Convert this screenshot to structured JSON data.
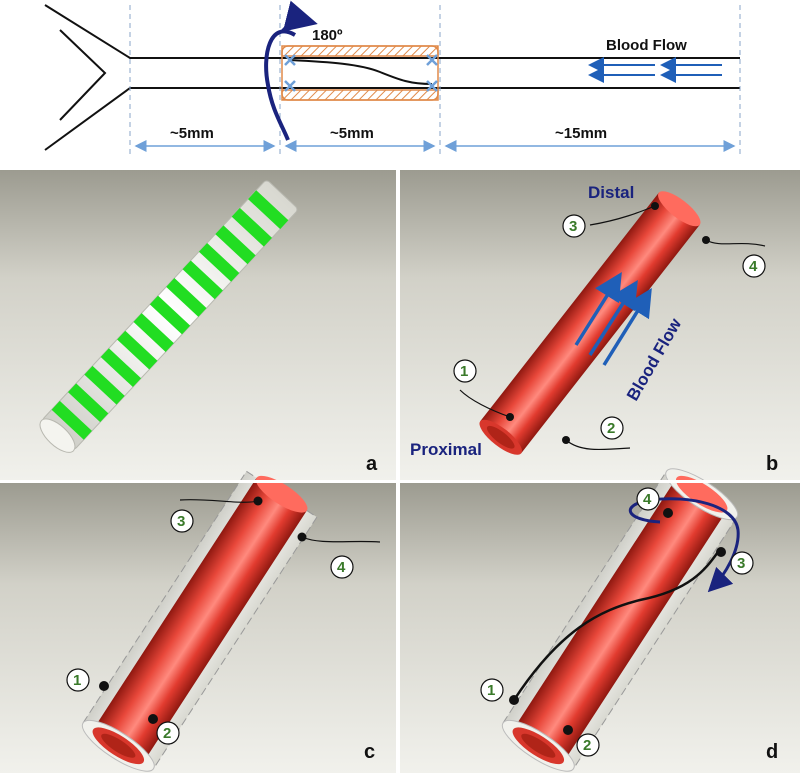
{
  "top_schematic": {
    "rotation_label": "180º",
    "blood_flow_label": "Blood Flow",
    "dimensions": [
      "~5mm",
      "~5mm",
      "~15mm"
    ]
  },
  "panels": [
    {
      "letter": "a"
    },
    {
      "letter": "b",
      "distal_label": "Distal",
      "proximal_label": "Proximal",
      "flow_label": "Blood Flow",
      "markers": [
        "1",
        "2",
        "3",
        "4"
      ]
    },
    {
      "letter": "c",
      "markers": [
        "1",
        "2",
        "3",
        "4"
      ]
    },
    {
      "letter": "d",
      "markers": [
        "1",
        "2",
        "3",
        "4"
      ]
    }
  ],
  "colors": {
    "vessel": "#e03a2e",
    "guide_green": "#22dd22",
    "arrow_blue": "#1f5fb8",
    "label_navy": "#1a237e",
    "cuff_orange": "#e08a4a"
  }
}
